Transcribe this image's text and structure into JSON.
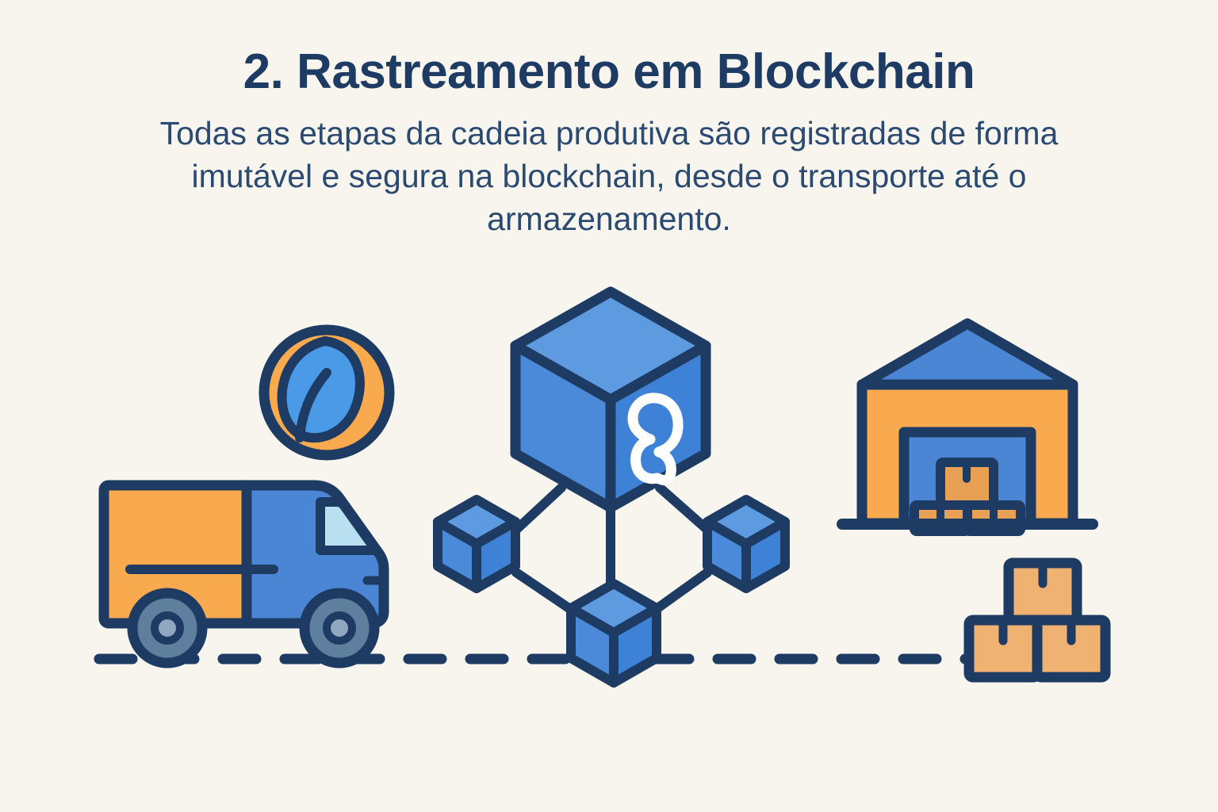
{
  "page": {
    "background_color": "#f7f5ee",
    "title": "2. Rastreamento em Blockchain",
    "subtitle": "Todas as etapas da cadeia produtiva são registradas de forma imutável e segura na blockchain, desde o transporte até o armazenamento."
  },
  "palette": {
    "navy": "#1d3b63",
    "navy_text": "#2b4a72",
    "orange": "#f9a94e",
    "orange_dark": "#e8a055",
    "blue": "#4a86d4",
    "blue_light": "#5d9ae0",
    "blue_dark": "#3d7cd0",
    "window_blue": "#b8e0f0",
    "wheel_gray": "#5f7f9e",
    "wheel_hub": "#8fa7bf",
    "box_tan": "#efb272",
    "white": "#ffffff"
  },
  "illustration": {
    "label": "supply-chain-blockchain-illustration",
    "items": [
      {
        "name": "eco-leaf-badge",
        "description": "Círculo laranja com folha azul",
        "icon": "leaf-icon"
      },
      {
        "name": "delivery-truck",
        "description": "Caminhão de entrega laranja e azul",
        "icon": "truck-icon"
      },
      {
        "name": "blockchain-network",
        "description": "Cubo principal de blockchain conectado a três blocos menores",
        "icon": "cube-network-icon"
      },
      {
        "name": "blockchain-link-symbol",
        "description": "Símbolo de elo de corrente na face do cubo",
        "icon": "chain-link-icon"
      },
      {
        "name": "warehouse",
        "description": "Armazém com telhado azul e caixas",
        "icon": "warehouse-icon"
      },
      {
        "name": "package-stack",
        "description": "Pilha de três caixas de papelão",
        "icon": "boxes-icon"
      },
      {
        "name": "ground-dashed-line",
        "description": "Linha tracejada representando a rota",
        "icon": "dashed-path-icon"
      }
    ]
  }
}
